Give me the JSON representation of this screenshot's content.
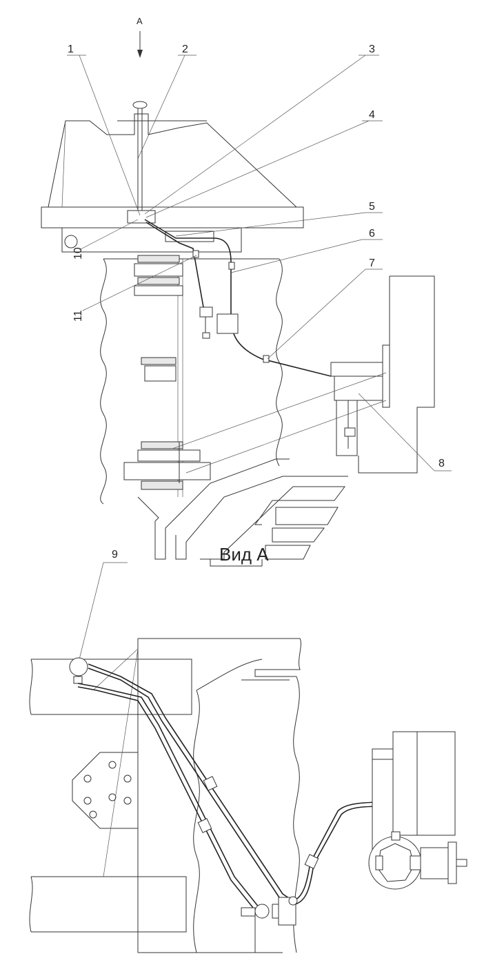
{
  "direction_marker": "А",
  "callouts": [
    {
      "id": "1",
      "text": "1"
    },
    {
      "id": "2",
      "text": "2"
    },
    {
      "id": "3",
      "text": "3"
    },
    {
      "id": "4",
      "text": "4"
    },
    {
      "id": "5",
      "text": "5"
    },
    {
      "id": "6",
      "text": "6"
    },
    {
      "id": "7",
      "text": "7"
    },
    {
      "id": "8",
      "text": "8"
    },
    {
      "id": "9",
      "text": "9"
    },
    {
      "id": "10",
      "text": "10"
    },
    {
      "id": "11",
      "text": "11"
    }
  ],
  "view_label": "Вид А"
}
